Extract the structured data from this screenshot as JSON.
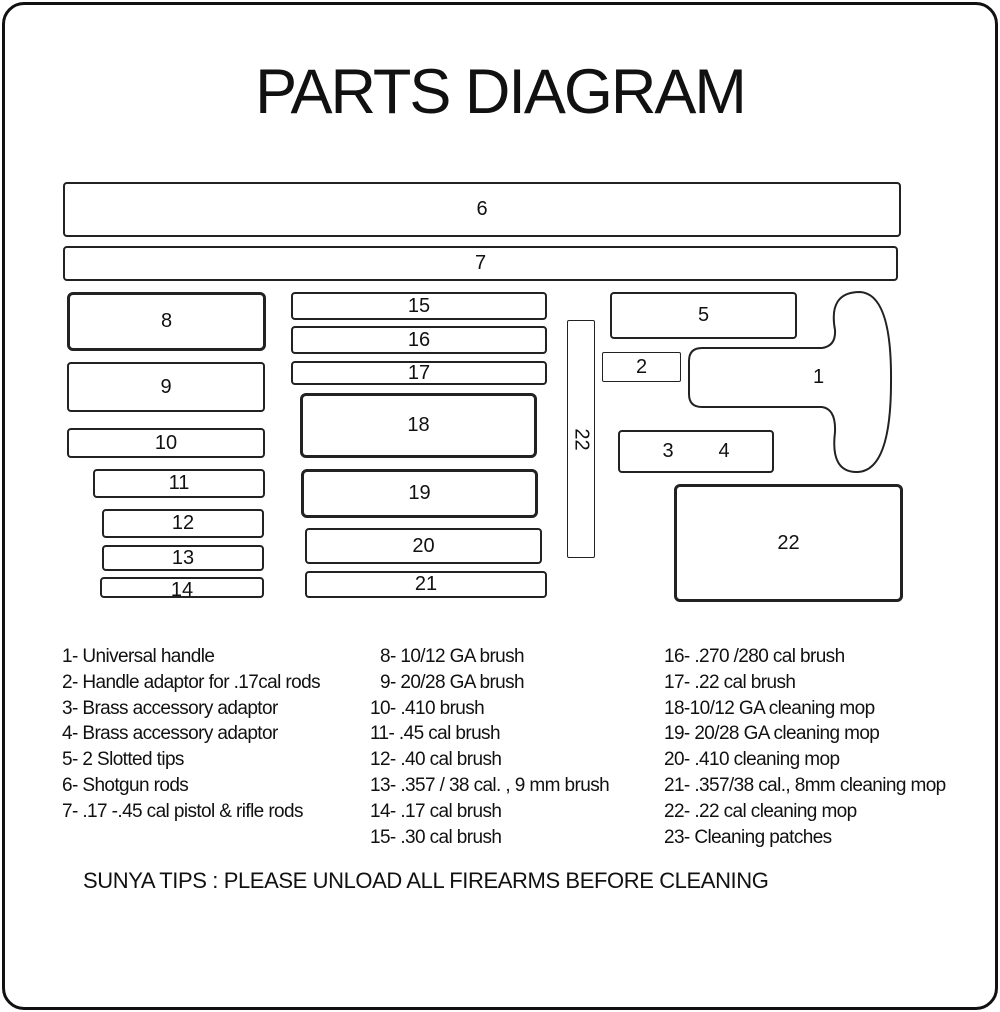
{
  "title": "PARTS DIAGRAM",
  "parts": {
    "p1": "1",
    "p2": "2",
    "p3": "3",
    "p4": "4",
    "p5": "5",
    "p6": "6",
    "p7": "7",
    "p8": "8",
    "p9": "9",
    "p10": "10",
    "p11": "11",
    "p12": "12",
    "p13": "13",
    "p14": "14",
    "p15": "15",
    "p16": "16",
    "p17": "17",
    "p18": "18",
    "p19": "19",
    "p20": "20",
    "p21": "21",
    "p22_vertical": "22",
    "p22": "22"
  },
  "legend": {
    "col1": [
      "1- Universal handle",
      "2- Handle adaptor for .17cal rods",
      "3- Brass accessory adaptor",
      "4- Brass accessory adaptor",
      "5- 2 Slotted tips",
      "6- Shotgun rods",
      "7- .17 -.45 cal pistol & rifle rods"
    ],
    "col2": [
      "8- 10/12 GA brush",
      "9- 20/28 GA brush",
      "10- .410 brush",
      "11- .45 cal brush",
      "12- .40 cal brush",
      "13- .357 / 38 cal. , 9 mm brush",
      "14- .17 cal brush",
      "15- .30 cal brush"
    ],
    "col3": [
      "16- .270 /280 cal brush",
      "17- .22 cal brush",
      "18-10/12 GA cleaning mop",
      "19- 20/28 GA cleaning mop",
      "20- .410 cleaning mop",
      "21- .357/38 cal., 8mm cleaning mop",
      "22- .22 cal cleaning mop",
      "23- Cleaning patches"
    ]
  },
  "tips": "SUNYA TIPS : PLEASE UNLOAD ALL FIREARMS BEFORE CLEANING"
}
